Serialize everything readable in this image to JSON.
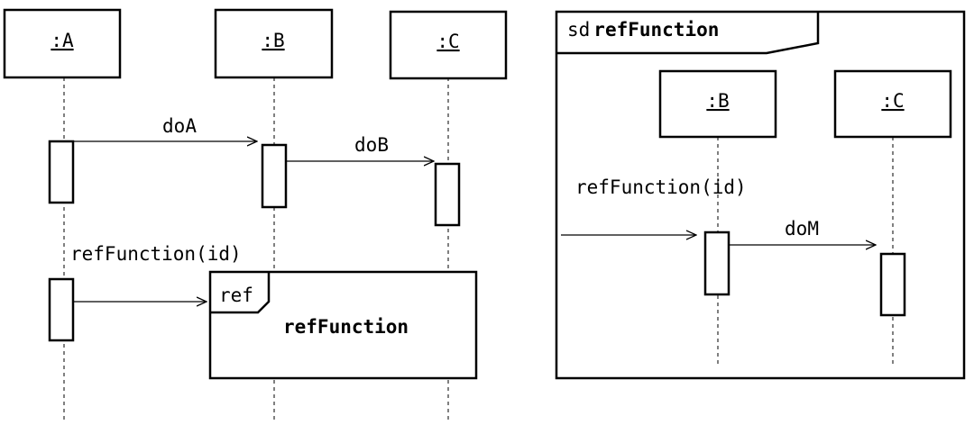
{
  "left_diagram": {
    "lifelines": [
      {
        "name": ":A"
      },
      {
        "name": ":B"
      },
      {
        "name": ":C"
      }
    ],
    "messages": [
      {
        "label": "doA",
        "from": ":A",
        "to": ":B"
      },
      {
        "label": "doB",
        "from": ":B",
        "to": ":C"
      },
      {
        "label": "refFunction(id)",
        "from": ":A",
        "to": "ref"
      }
    ],
    "ref_fragment": {
      "keyword": "ref",
      "name": "refFunction"
    }
  },
  "right_diagram": {
    "frame": {
      "keyword": "sd",
      "name": "refFunction"
    },
    "lifelines": [
      {
        "name": ":B"
      },
      {
        "name": ":C"
      }
    ],
    "messages": [
      {
        "label": "refFunction(id)",
        "from": "gate",
        "to": ":B"
      },
      {
        "label": "doM",
        "from": ":B",
        "to": ":C"
      }
    ]
  }
}
